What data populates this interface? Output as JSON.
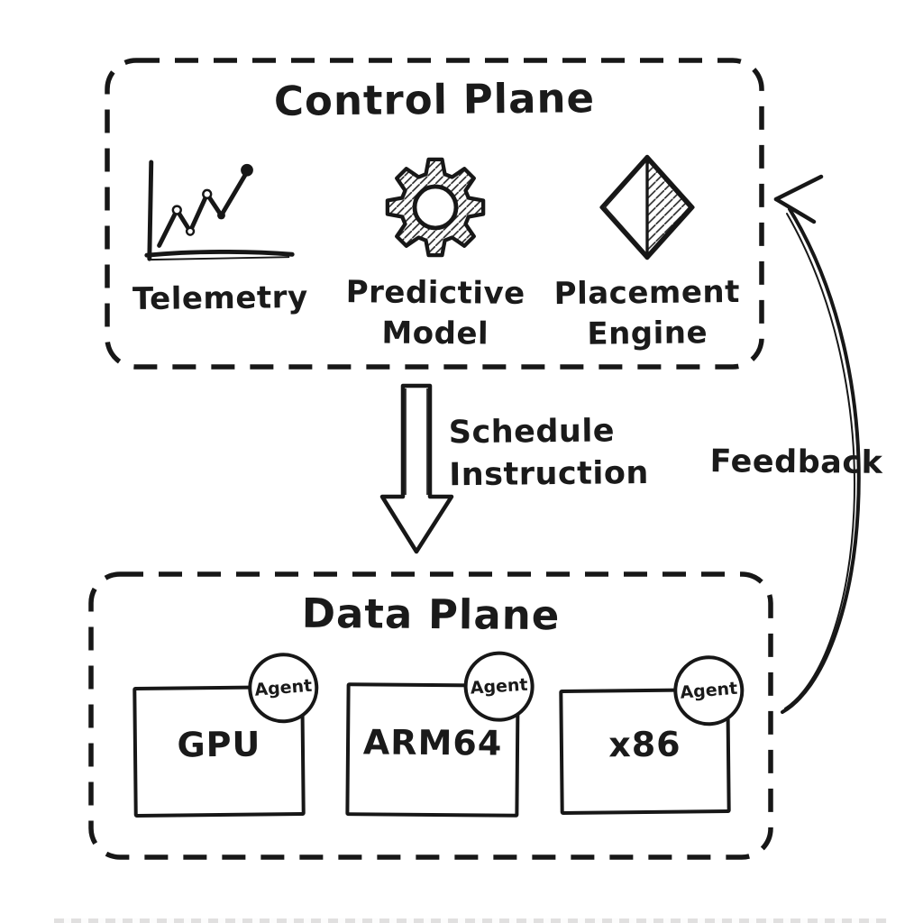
{
  "diagram": {
    "control_plane": {
      "title": "Control Plane",
      "items": [
        {
          "label": "Telemetry",
          "icon": "telemetry-chart-icon"
        },
        {
          "label": "Predictive Model",
          "icon": "gear-icon"
        },
        {
          "label": "Placement Engine",
          "icon": "diamond-icon"
        }
      ]
    },
    "flows": {
      "schedule_label": "Schedule Instruction",
      "feedback_label": "Feedback",
      "down_arrow": "schedule-arrow-down",
      "feedback_arrow": "feedback-curved-arrow"
    },
    "data_plane": {
      "title": "Data Plane",
      "nodes": [
        {
          "label": "GPU",
          "badge": "Agent"
        },
        {
          "label": "ARM64",
          "badge": "Agent"
        },
        {
          "label": "x86",
          "badge": "Agent"
        }
      ]
    },
    "colors": {
      "ink": "#1a1a1a",
      "background": "#ffffff"
    },
    "style": "hand-drawn sketch, black ink on white"
  }
}
